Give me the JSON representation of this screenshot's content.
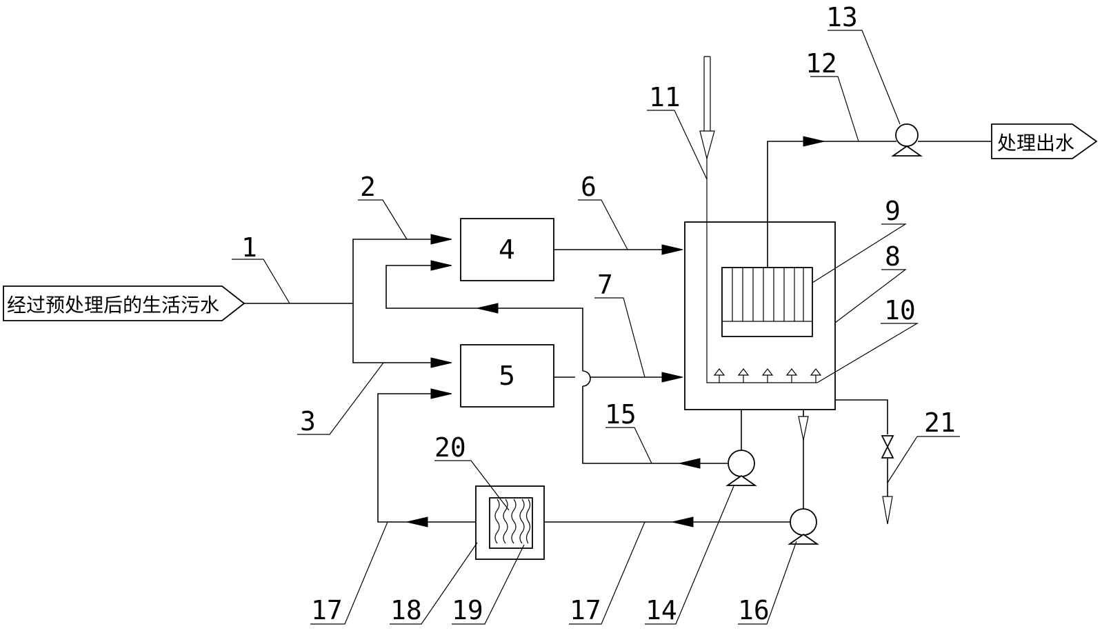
{
  "inlet_label": "经过预处理后的生活污水",
  "outlet_label": "处理出水",
  "units": {
    "u4": "4",
    "u5": "5"
  },
  "callouts": {
    "c1": "1",
    "c2": "2",
    "c3": "3",
    "c6": "6",
    "c7": "7",
    "c8": "8",
    "c9": "9",
    "c10": "10",
    "c11": "11",
    "c12": "12",
    "c13": "13",
    "c14": "14",
    "c15": "15",
    "c16": "16",
    "c17a": "17",
    "c17b": "17",
    "c18": "18",
    "c19": "19",
    "c20": "20",
    "c21": "21"
  }
}
